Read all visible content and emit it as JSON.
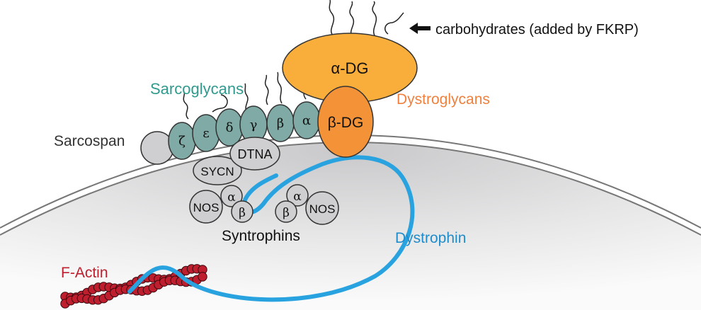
{
  "labels": {
    "carbohydrates": "carbohydrates (added by FKRP)",
    "alpha_dg": "α-DG",
    "beta_dg": "β-DG",
    "dystroglycans": "Dystroglycans",
    "sarcoglycans": "Sarcoglycans",
    "sarcospan": "Sarcospan",
    "dtna": "DTNA",
    "sycn": "SYCN",
    "nos_left": "NOS",
    "nos_right": "NOS",
    "syntrophins": "Syntrophins",
    "dystrophin": "Dystrophin",
    "f_actin": "F-Actin"
  },
  "sarcoglycans": [
    {
      "symbol": "ζ"
    },
    {
      "symbol": "ε"
    },
    {
      "symbol": "δ"
    },
    {
      "symbol": "γ"
    },
    {
      "symbol": "β"
    },
    {
      "symbol": "α"
    }
  ],
  "syntrophin_subunits": {
    "left_alpha": "α",
    "left_beta": "β",
    "right_alpha": "α",
    "right_beta": "β"
  },
  "colors": {
    "alpha_dg": "#F9AE3B",
    "beta_dg": "#F39237",
    "sarcoglycan": "#7FAAA5",
    "grey_protein": "#CFCFD1",
    "dystrophin": "#29A3DF",
    "f_actin": "#BE1E2D",
    "sarcoglycan_label": "#2F9A8E",
    "dystroglycan_label": "#F0803C",
    "dystrophin_label": "#1F8CCB",
    "f_actin_label": "#BE1E2D"
  }
}
